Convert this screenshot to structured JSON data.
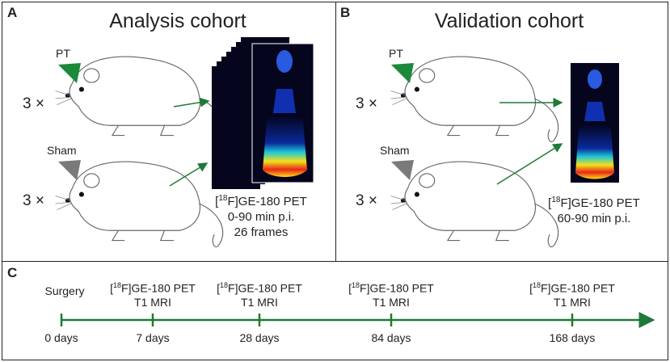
{
  "panel_a": {
    "label": "A",
    "title": "Analysis cohort",
    "rows": [
      {
        "multiplier": "3 ×",
        "tag": "PT",
        "tag_color": "#1a8a3a"
      },
      {
        "multiplier": "3 ×",
        "tag": "Sham",
        "tag_color": "#7a7a7a"
      }
    ],
    "caption": {
      "tracer_sup": "18",
      "tracer_rest": "F]GE-180 PET",
      "line2": "0-90 min p.i.",
      "line3": "26 frames"
    }
  },
  "panel_b": {
    "label": "B",
    "title": "Validation cohort",
    "rows": [
      {
        "multiplier": "3 ×",
        "tag": "PT",
        "tag_color": "#1a8a3a"
      },
      {
        "multiplier": "3 ×",
        "tag": "Sham",
        "tag_color": "#7a7a7a"
      }
    ],
    "caption": {
      "tracer_sup": "18",
      "tracer_rest": "F]GE-180 PET",
      "line2": "60-90 min p.i."
    }
  },
  "panel_c": {
    "label": "C",
    "arrow_color": "#1e7a36",
    "events": [
      {
        "label": "Surgery",
        "day": "0 days"
      },
      {
        "sup": "18",
        "rest": "F]GE-180 PET",
        "line2": "T1 MRI",
        "day": "7 days"
      },
      {
        "sup": "18",
        "rest": "F]GE-180 PET",
        "line2": "T1 MRI",
        "day": "28 days"
      },
      {
        "sup": "18",
        "rest": "F]GE-180 PET",
        "line2": "T1 MRI",
        "day": "84 days"
      },
      {
        "sup": "18",
        "rest": "F]GE-180 PET",
        "line2": "T1 MRI",
        "day": "168 days"
      }
    ]
  }
}
